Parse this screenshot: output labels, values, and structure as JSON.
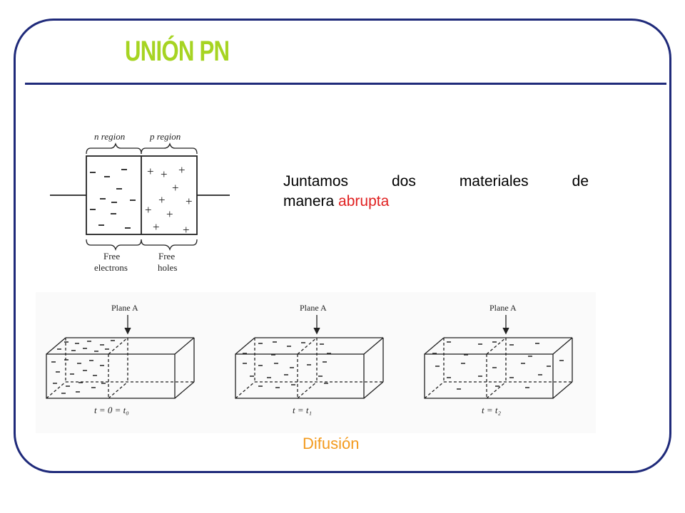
{
  "slide": {
    "title": "UNIÓN PN",
    "accent_color": "#a6d422",
    "frame_color": "#1f2a7a"
  },
  "pn_figure": {
    "n_region_label": "n region",
    "p_region_label": "p region",
    "free_electrons_line1": "Free",
    "free_electrons_line2": "electrons",
    "free_holes_line1": "Free",
    "free_holes_line2": "holes"
  },
  "description": {
    "words_line1": [
      "Juntamos",
      "dos",
      "materiales",
      "de"
    ],
    "line2_plain": "manera ",
    "line2_highlight": "abrupta",
    "highlight_color": "#e02020"
  },
  "diffusion_figure": {
    "plane_label_1": "Plane A",
    "plane_label_2": "Plane A",
    "plane_label_3": "Plane A",
    "time_label_1": "t = 0 = t₀",
    "time_label_2": "t = t₁",
    "time_label_3": "t = t₂"
  },
  "caption": {
    "text": "Difusión",
    "color": "#f39a1d"
  }
}
